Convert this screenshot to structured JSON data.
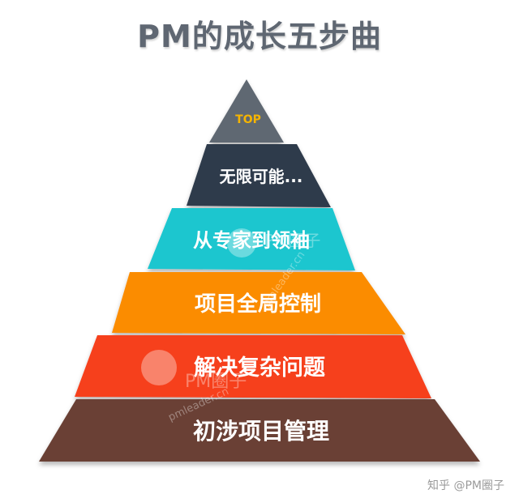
{
  "title": "PM的成长五步曲",
  "layers": [
    {
      "label": "TOP",
      "color": "#5f6772",
      "text_color": "#f5b400"
    },
    {
      "label": "无限可能...",
      "color": "#2f3b4c",
      "text_color": "#ffffff"
    },
    {
      "label": "从专家到领袖",
      "color": "#1fc6cf",
      "text_color": "#ffffff"
    },
    {
      "label": "项目全局控制",
      "color": "#fb8c05",
      "text_color": "#ffffff"
    },
    {
      "label": "解决复杂问题",
      "color": "#f6401e",
      "text_color": "#ffffff"
    },
    {
      "label": "初涉项目管理",
      "color": "#6b4136",
      "text_color": "#ffffff"
    }
  ],
  "watermark": {
    "brand": "PM圈子",
    "domain": "pmleader.cn"
  },
  "footer": "知乎 @PM圈子"
}
